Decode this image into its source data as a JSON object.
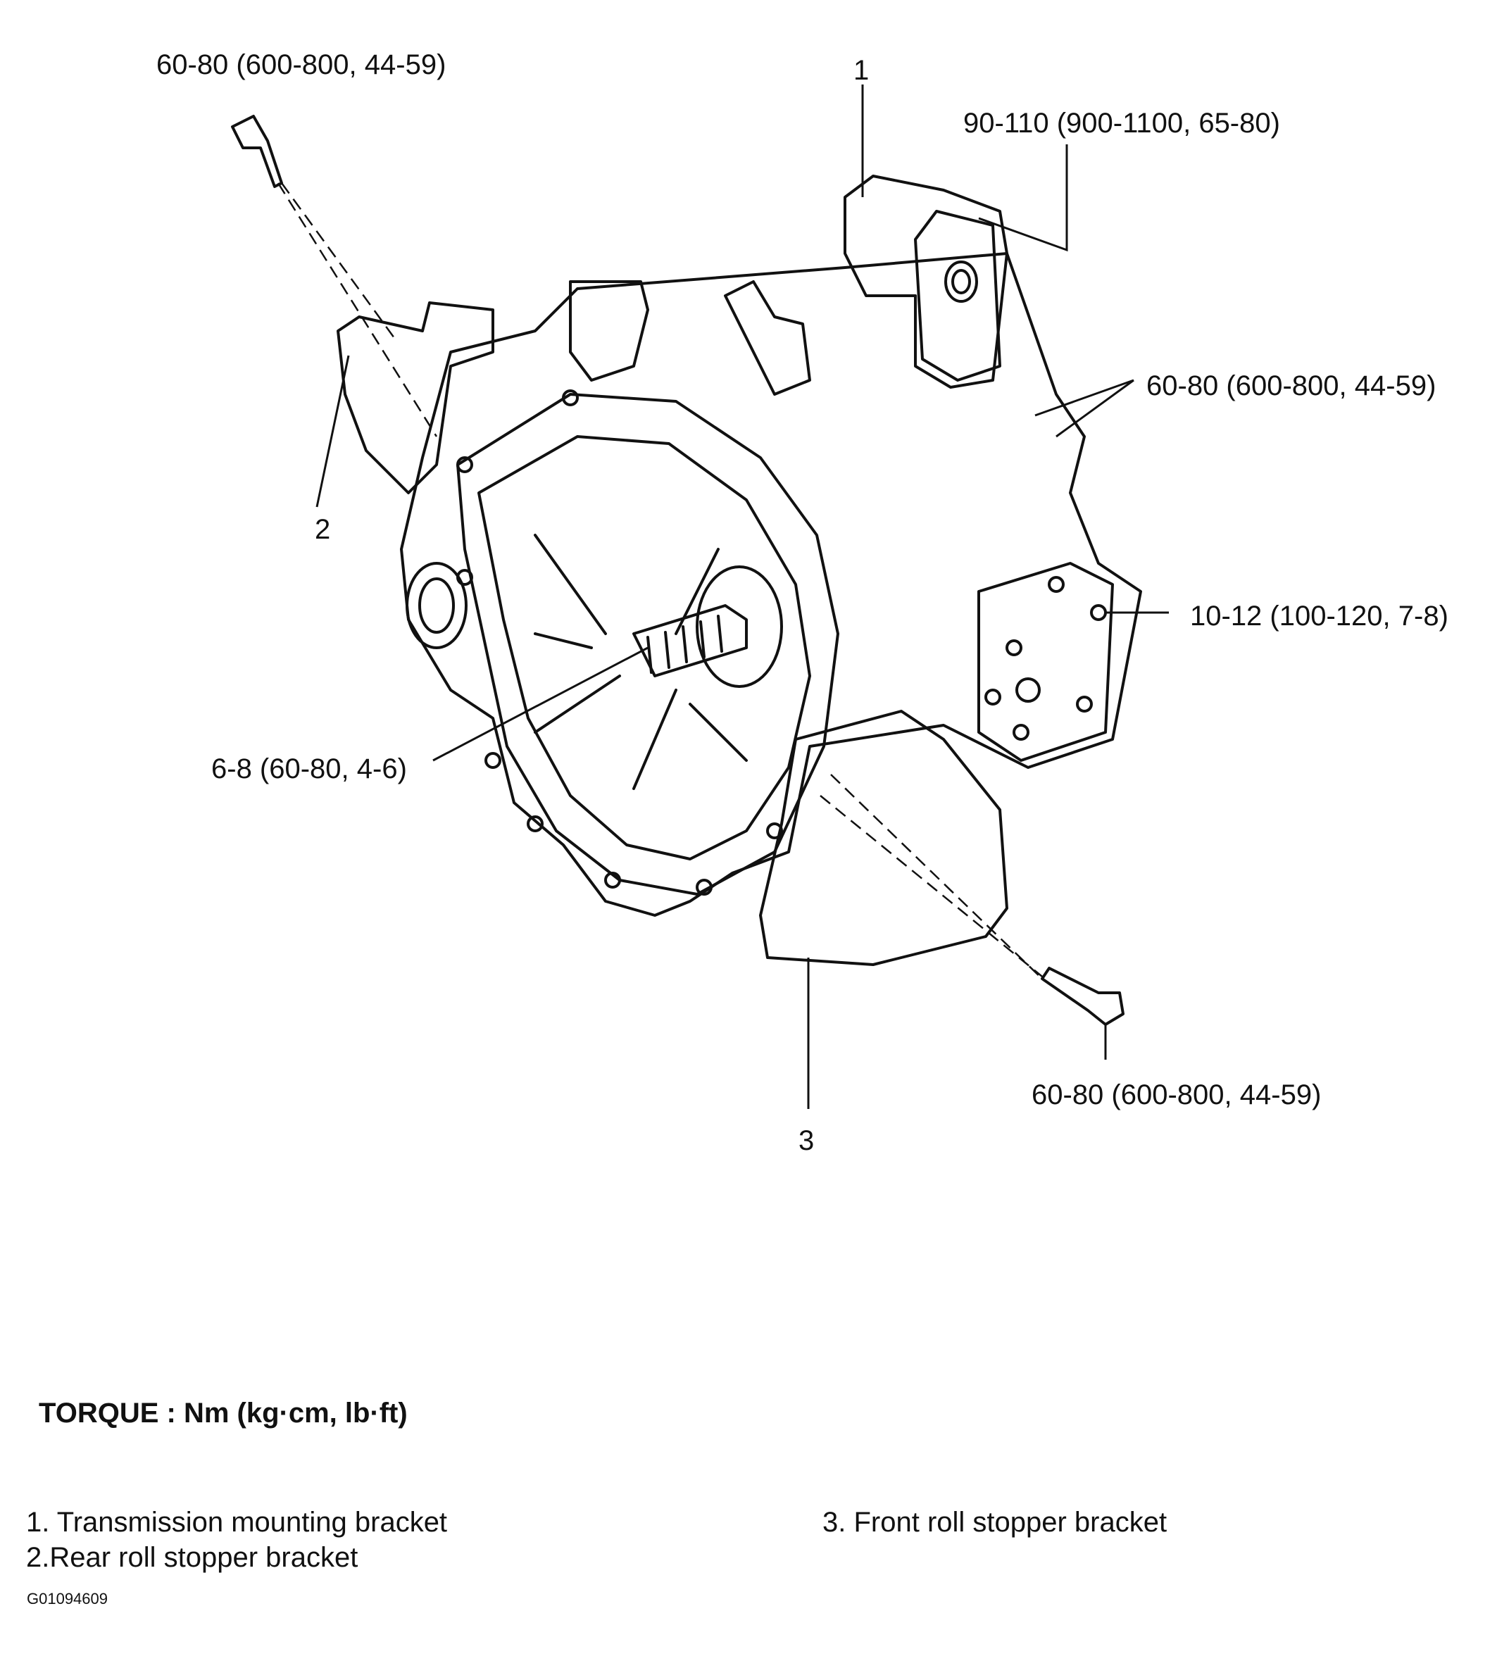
{
  "callouts": {
    "top_bolt": "60-80 (600-800, 44-59)",
    "num_1": "1",
    "mount_bolt": "90-110 (900-1100, 65-80)",
    "right_bolts": "60-80 (600-800, 44-59)",
    "num_2": "2",
    "cover_bolt": "10-12 (100-120, 7-8)",
    "small_bolt": "6-8 (60-80, 4-6)",
    "bottom_bolt": "60-80 (600-800, 44-59)",
    "num_3": "3"
  },
  "torque_heading": "TORQUE : Nm (kg·cm, lb·ft)",
  "legend": {
    "item1": "1. Transmission mounting bracket",
    "item2": "2.Rear roll stopper bracket",
    "item3": "3. Front roll stopper bracket"
  },
  "figure_id": "G01094609"
}
